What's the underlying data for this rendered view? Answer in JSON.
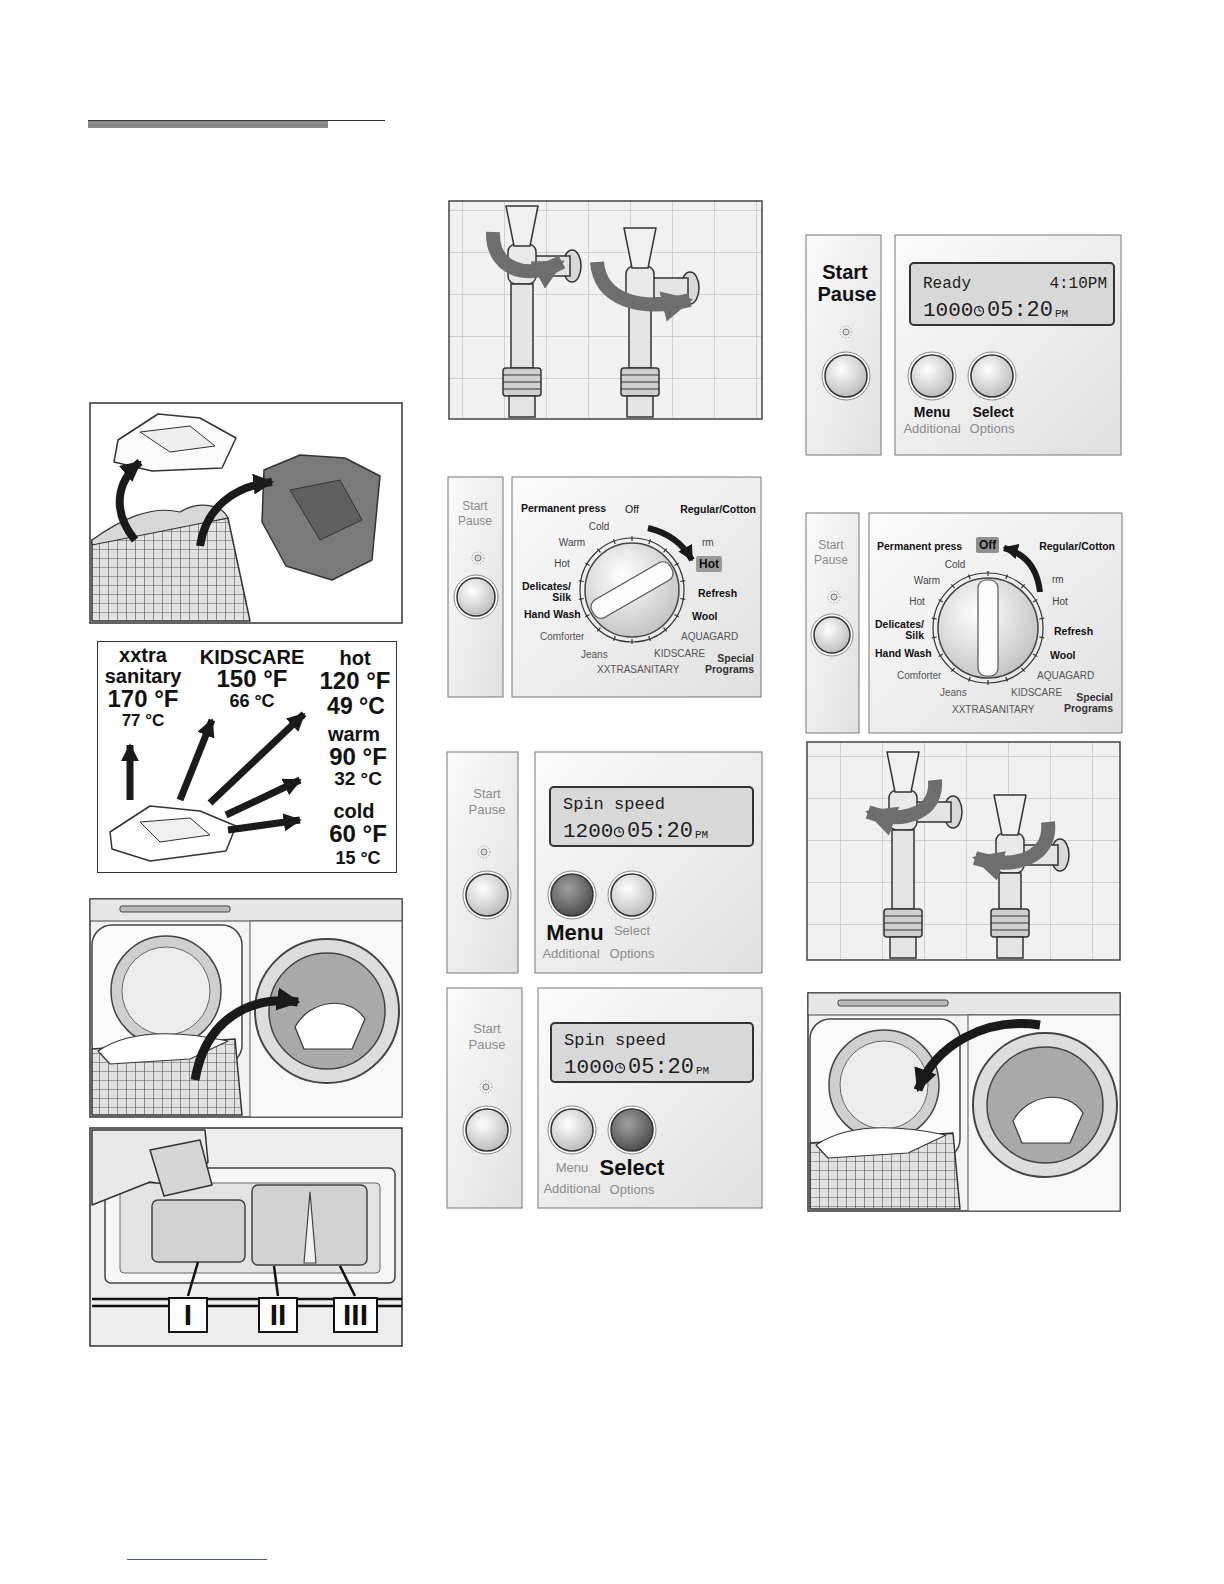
{
  "diagram": {
    "nodes": [
      {
        "text": [
          "xxtra sanitary",
          "170 °F",
          "77 °C",
          "KIDSCARE",
          "150 °F",
          "66 °C",
          "hot",
          "120 °F",
          "49 °C",
          "warm",
          "90 °F",
          "32 °C",
          "cold",
          "60 °F",
          "15 °C"
        ]
      },
      {
        "text": [
          "I"
        ]
      },
      {
        "text": [
          "II"
        ]
      },
      {
        "text": [
          "III"
        ]
      },
      {
        "text": [
          "Hot"
        ]
      },
      {
        "text": [
          "Spin speed",
          "1200",
          "05:20",
          "PM"
        ]
      },
      {
        "text": [
          "Spin speed",
          "1000",
          "05:20",
          "PM"
        ]
      },
      {
        "text": [
          "Ready",
          "4:10PM",
          "1000",
          "05:20",
          "PM"
        ]
      },
      {
        "text": [
          "Off"
        ]
      }
    ],
    "labels": [
      "Start",
      "Pause",
      "Permanent press",
      "Off",
      "Regular/Cotton",
      "Cold",
      "Warm",
      "Hot",
      "rm",
      "Delicates/ Silk",
      "Hand Wash",
      "Refresh",
      "Wool",
      "Comforter",
      "AQUAGARD",
      "Jeans",
      "KIDSCARE",
      "Special Programs",
      "XXTRASANITARY",
      "Start",
      "Pause",
      "Menu",
      "Select",
      "Additional",
      "Options",
      "Start",
      "Pause",
      "Menu",
      "Select",
      "Additional",
      "Options",
      "Start",
      "Pause",
      "Menu",
      "Select",
      "Additional",
      "Options",
      "Start",
      "Pause",
      "Permanent press",
      "Regular/Cotton",
      "Cold",
      "Warm",
      "Hot",
      "rm",
      "Hot",
      "Delicates/ Silk",
      "Hand Wash",
      "Refresh",
      "Wool",
      "Comforter",
      "AQUAGARD",
      "Jeans",
      "KIDSCARE",
      "Special Programs",
      "XXTRASANITARY"
    ]
  }
}
